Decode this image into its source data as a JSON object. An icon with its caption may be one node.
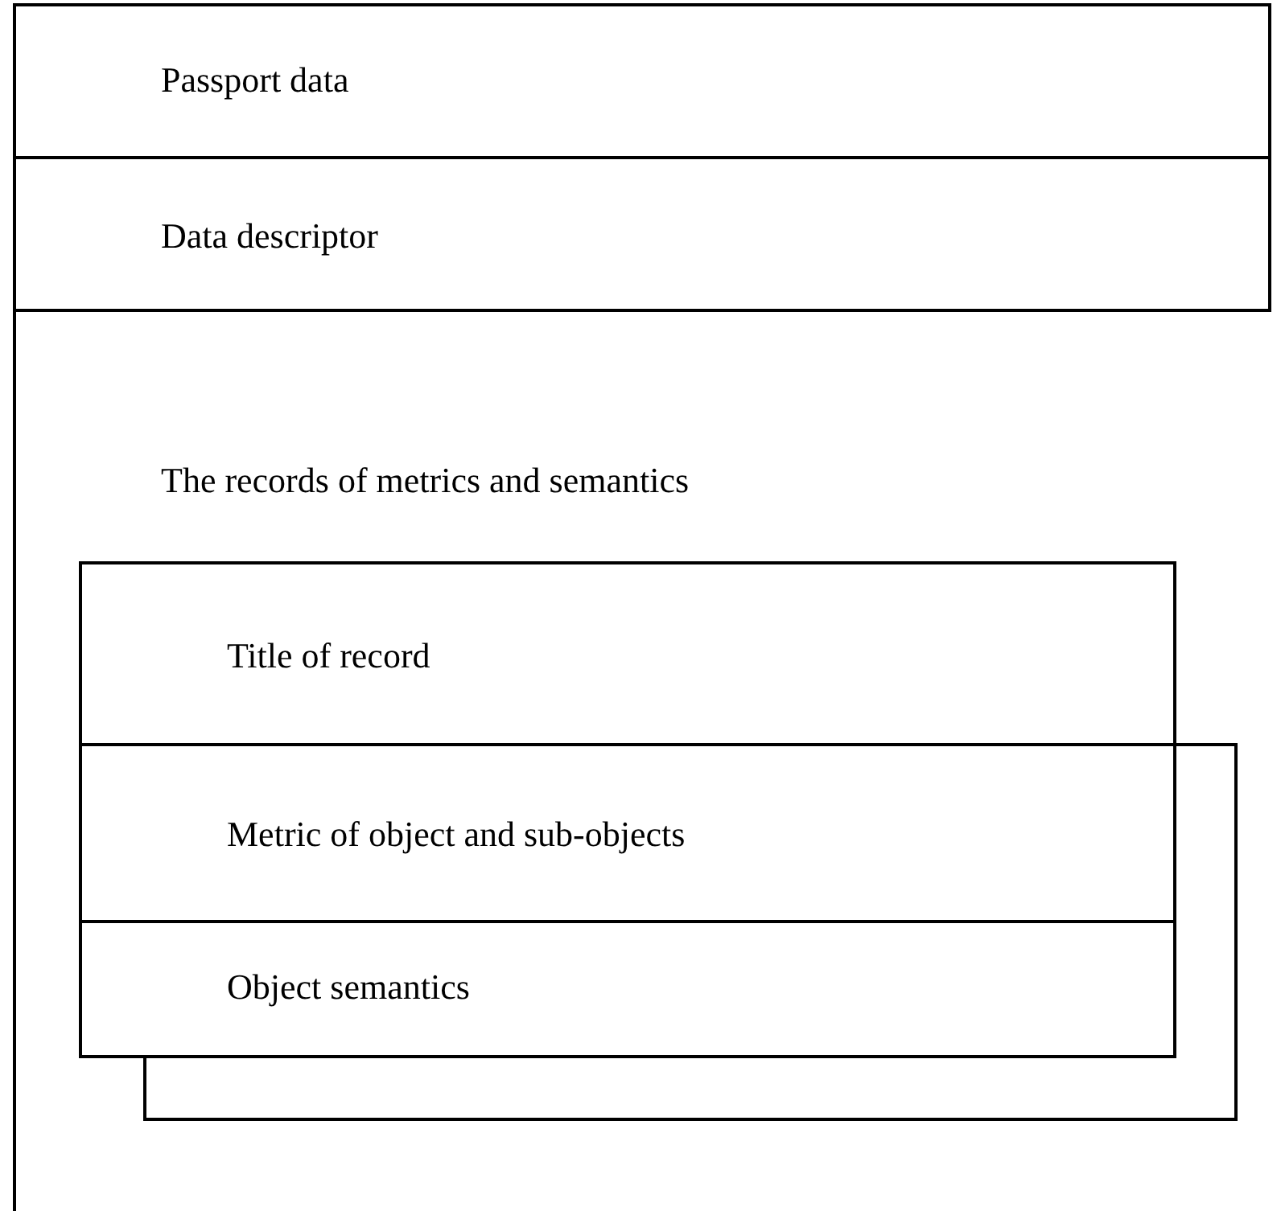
{
  "diagram": {
    "nodes": [
      {
        "text": [
          "Passport data"
        ]
      },
      {
        "text": [
          "Data descriptor"
        ]
      },
      {
        "text": [
          "The records of metrics and semantics"
        ]
      },
      {
        "text": [
          "Title of record"
        ],
        "in": 2
      },
      {
        "text": [
          "Metric of object and sub-objects"
        ],
        "in": 2
      },
      {
        "text": [
          "Object semantics"
        ],
        "in": 2
      },
      {
        "text": [],
        "shape": "box",
        "in": 2
      }
    ]
  }
}
